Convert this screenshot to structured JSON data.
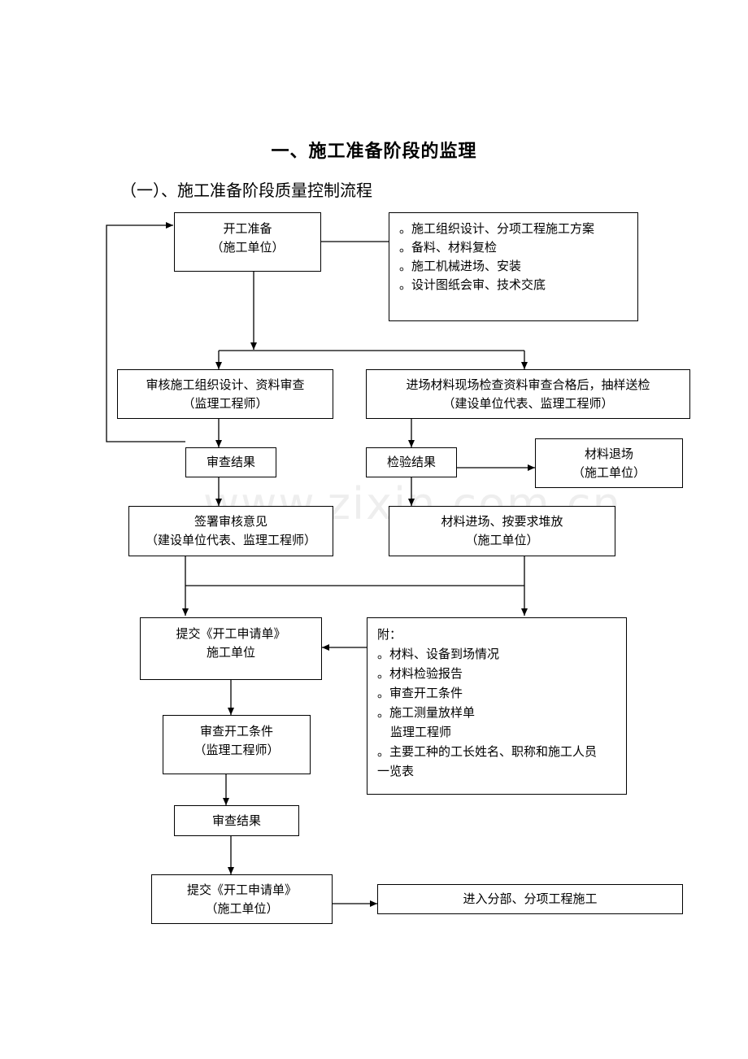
{
  "title": "一、施工准备阶段的监理",
  "subtitle": "（一）、施工准备阶段质量控制流程",
  "watermark": "www.zixin.com.cn",
  "nodes": {
    "start_prep": {
      "line1": "开工准备",
      "line2": "（施工单位）"
    },
    "prep_items": [
      "。施工组织设计、分项工程施工方案",
      "。备料、材料复检",
      "。施工机械进场、安装",
      "。设计图纸会审、技术交底"
    ],
    "review_design": {
      "line1": "审核施工组织设计、资料审查",
      "line2": "（监理工程师）"
    },
    "material_check": {
      "line1": "进场材料现场检查资料审查合格后，抽样送检",
      "line2": "（建设单位代表、监理工程师）"
    },
    "review_result_1": {
      "line1": "审查结果"
    },
    "test_result": {
      "line1": "检验结果"
    },
    "material_return": {
      "line1": "材料退场",
      "line2": "（施工单位）"
    },
    "sign_opinion": {
      "line1": "签署审核意见",
      "line2": "（建设单位代表、监理工程师）"
    },
    "material_stack": {
      "line1": "材料进场、按要求堆放",
      "line2": "（施工单位）"
    },
    "submit_app_1": {
      "line1": "提交《开工申请单》",
      "line2": "施工单位"
    },
    "attachments": {
      "heading": "附：",
      "items": [
        "。材料、设备到场情况",
        "。材料检验报告",
        "。审查开工条件",
        "。施工测量放样单",
        "监理工程师",
        "。主要工种的工长姓名、职称和施工人员",
        "一览表"
      ]
    },
    "review_conditions": {
      "line1": "审查开工条件",
      "line2": "（监理工程师）"
    },
    "review_result_2": {
      "line1": "审查结果"
    },
    "submit_app_2": {
      "line1": "提交《开工申请单》",
      "line2": "（施工单位）"
    },
    "enter_construction": {
      "line1": "进入分部、分项工程施工"
    }
  }
}
